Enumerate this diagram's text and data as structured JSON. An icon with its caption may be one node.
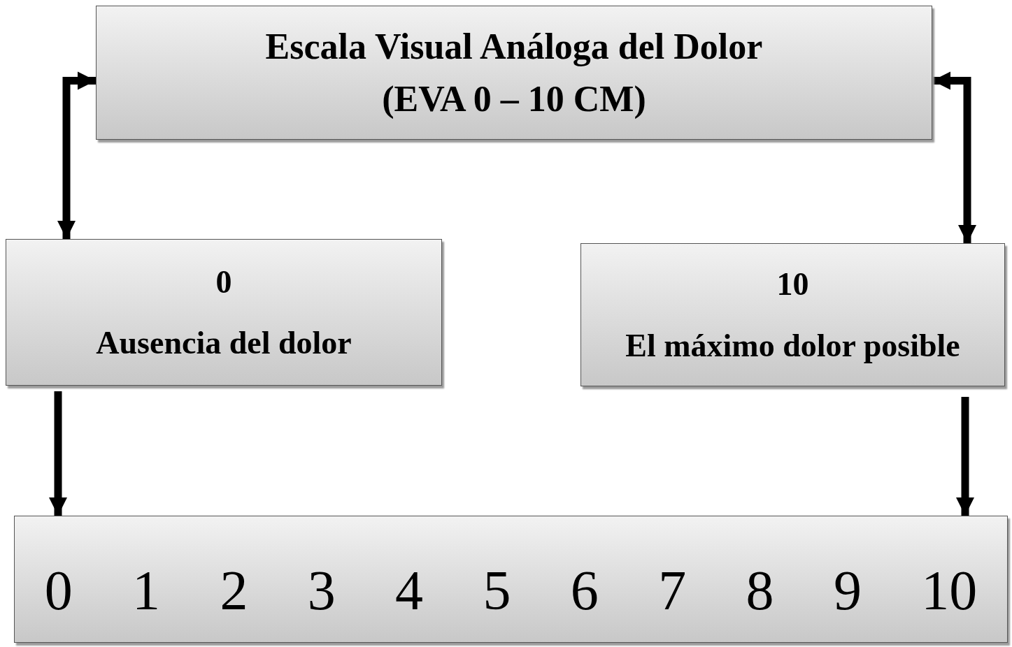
{
  "diagram": {
    "nodes": [
      {
        "text": [
          "Escala Visual Análoga del Dolor (EVA 0 – 10 CM)"
        ]
      },
      {
        "text": [
          "0",
          "Ausencia del dolor"
        ]
      },
      {
        "text": [
          "10",
          "El máximo dolor posible"
        ]
      },
      {
        "text": [
          "0",
          "1",
          "2",
          "3",
          "4",
          "5",
          "6",
          "7",
          "8",
          "9",
          "10"
        ]
      }
    ],
    "edges": [
      {
        "from": 0,
        "to": 1,
        "arrow": "both"
      },
      {
        "from": 0,
        "to": 2,
        "arrow": "both"
      },
      {
        "from": 1,
        "to": 3,
        "arrow": "to"
      },
      {
        "from": 2,
        "to": 3,
        "arrow": "to"
      }
    ]
  }
}
